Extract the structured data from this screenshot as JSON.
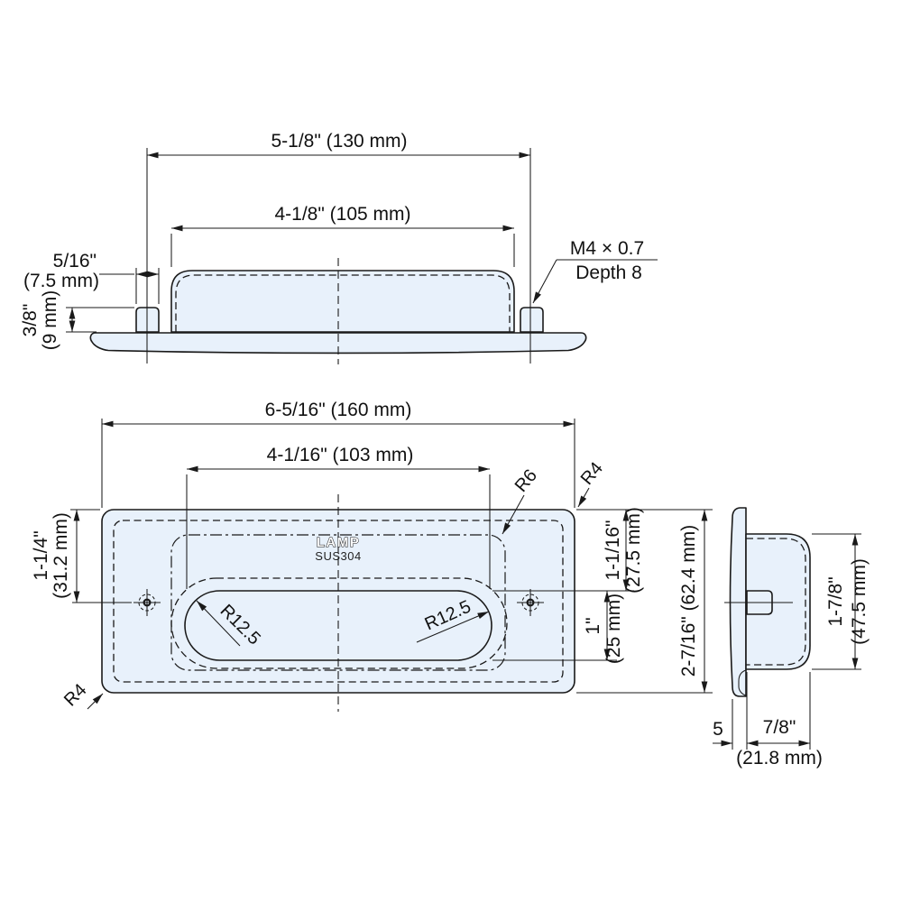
{
  "title": "Recessed pull handle technical drawing",
  "colors": {
    "part_fill": "#e8f1fb",
    "line_color": "#1a1a1a"
  },
  "top_view": {
    "dim_mounting_pitch": "5-1/8\" (130 mm)",
    "dim_body_width": "4-1/8\" (105 mm)",
    "dim_stud_width_in": "5/16\"",
    "dim_stud_width_mm": "(7.5 mm)",
    "dim_stud_height_in": "3/8\"",
    "dim_stud_height_mm": "(9 mm)",
    "thread_spec": "M4 × 0.7",
    "thread_depth": "Depth 8"
  },
  "front_view": {
    "dim_overall_width": "6-5/16\" (160 mm)",
    "dim_slot_width": "4-1/16\" (103 mm)",
    "radius_recess": "R6",
    "radius_corner_top_right": "R4",
    "radius_corner_bottom_left": "R4",
    "dim_hole_offset_in": "1-1/4\"",
    "dim_hole_offset_mm": "(31.2 mm)",
    "radius_slot_left": "R12.5",
    "radius_slot_right": "R12.5",
    "dim_slot_top_in": "1-1/16\"",
    "dim_slot_top_mm": "(27.5 mm)",
    "dim_slot_height_in": "1\"",
    "dim_slot_height_mm": "(25 mm)",
    "dim_overall_height": "2-7/16\" (62.4 mm)",
    "logo": "LAMP",
    "material": "SUS304"
  },
  "side_view": {
    "dim_body_height_in": "1-7/8\"",
    "dim_body_height_mm": "(47.5 mm)",
    "dim_flange_thickness": "5",
    "dim_body_depth_in": "7/8\"",
    "dim_body_depth_mm": "(21.8 mm)"
  }
}
